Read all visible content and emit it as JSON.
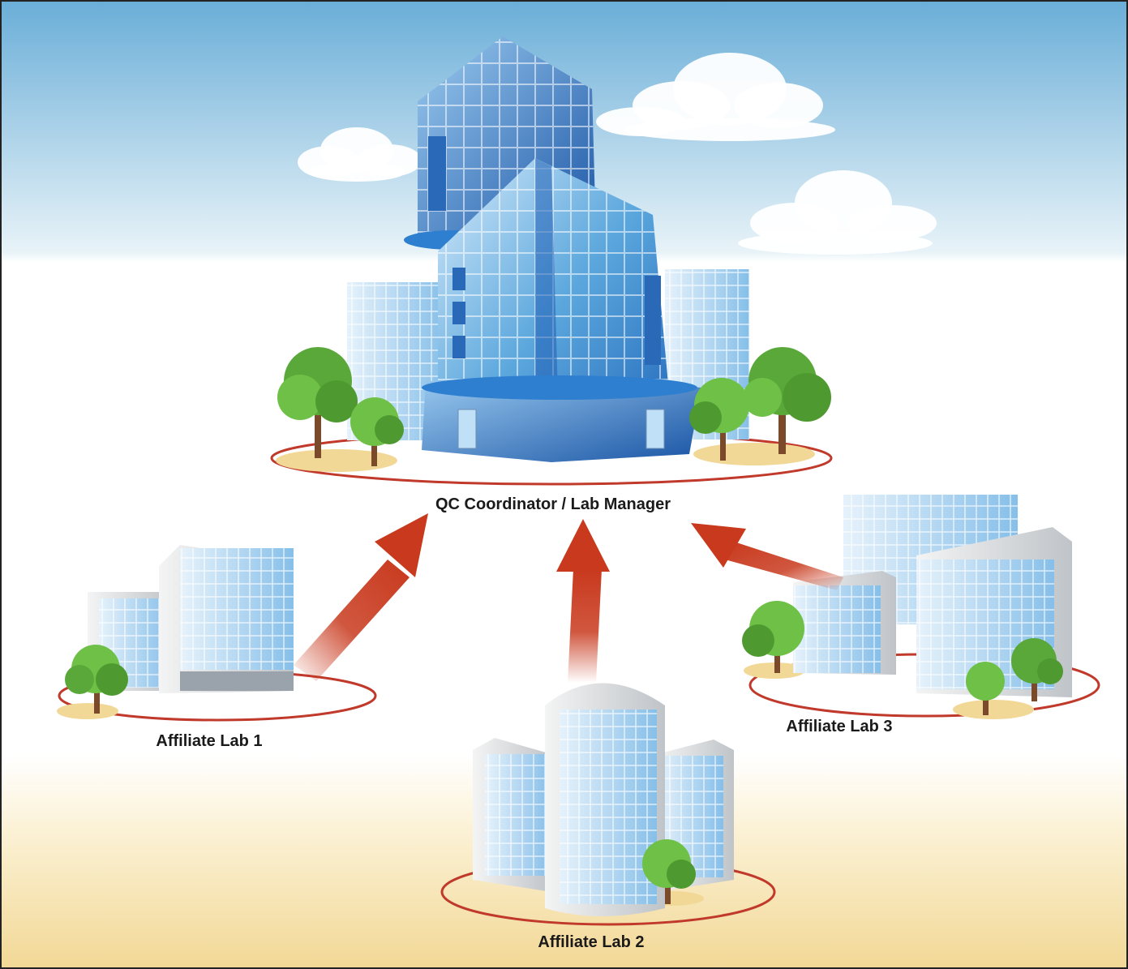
{
  "hub": {
    "label": "QC Coordinator / Lab Manager"
  },
  "labs": [
    {
      "id": "lab1",
      "label": "Affiliate Lab 1"
    },
    {
      "id": "lab2",
      "label": "Affiliate Lab 2"
    },
    {
      "id": "lab3",
      "label": "Affiliate Lab 3"
    }
  ],
  "colors": {
    "sky_top": "#6aaed8",
    "ground": "#f2d896",
    "arrow": "#c8391d",
    "ring": "#c0392b",
    "glass": "#5ba7dd",
    "tree": "#5aa83a"
  }
}
